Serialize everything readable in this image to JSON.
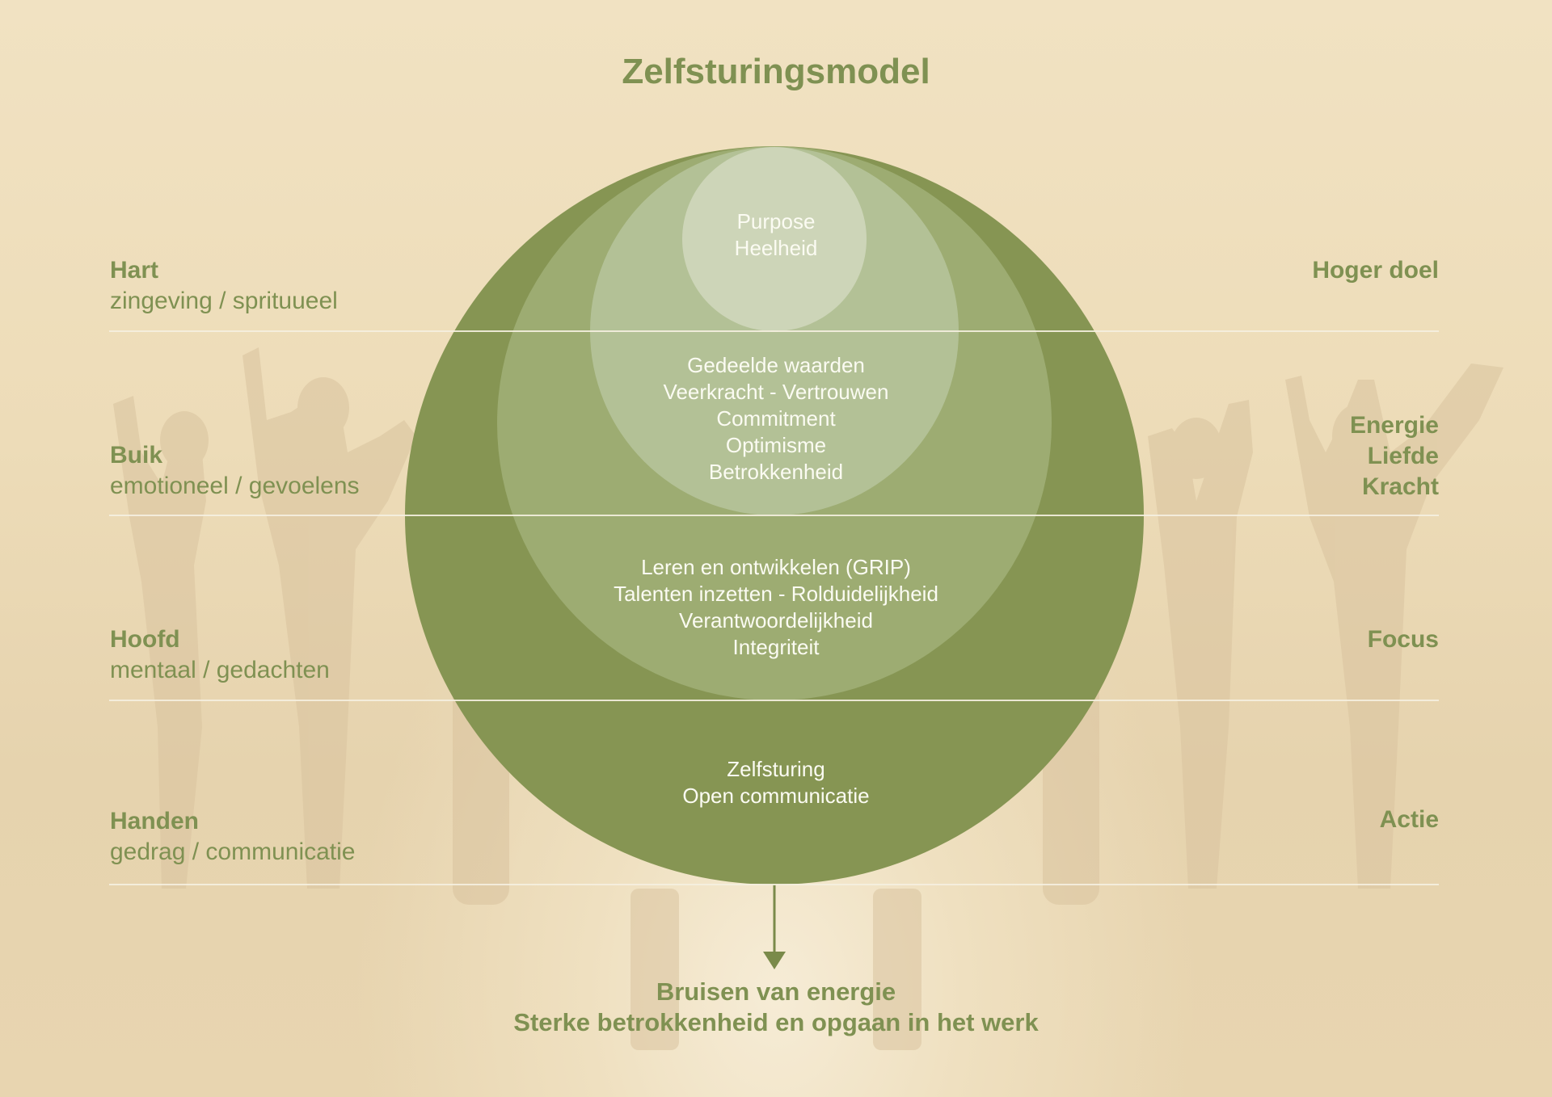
{
  "title": "Zelfsturingsmodel",
  "colors": {
    "accent_text": "#7f9152",
    "layer_outer": "#869553",
    "layer_2": "#9dac72",
    "layer_3": "#b3c196",
    "layer_inner": "#cdd5b8",
    "background": "#ead7b3",
    "divider": "#f5efe0"
  },
  "rows": [
    {
      "left_heading": "Hart",
      "left_sub": "zingeving / sprituueel",
      "right": [
        "Hoger doel"
      ],
      "center": [
        "Purpose",
        "Heelheid"
      ]
    },
    {
      "left_heading": "Buik",
      "left_sub": "emotioneel / gevoelens",
      "right": [
        "Energie",
        "Liefde",
        "Kracht"
      ],
      "center": [
        "Gedeelde waarden",
        "Veerkracht - Vertrouwen",
        "Commitment",
        "Optimisme",
        "Betrokkenheid"
      ]
    },
    {
      "left_heading": "Hoofd",
      "left_sub": "mentaal / gedachten",
      "right": [
        "Focus"
      ],
      "center": [
        "Leren en ontwikkelen (GRIP)",
        "Talenten inzetten - Rolduidelijkheid",
        "Verantwoordelijkheid",
        "Integriteit"
      ]
    },
    {
      "left_heading": "Handen",
      "left_sub": "gedrag / communicatie",
      "right": [
        "Actie"
      ],
      "center": [
        "Zelfsturing",
        "Open communicatie"
      ]
    }
  ],
  "outcome": {
    "line1": "Bruisen van energie",
    "line2": "Sterke betrokkenheid en opgaan in het werk"
  }
}
